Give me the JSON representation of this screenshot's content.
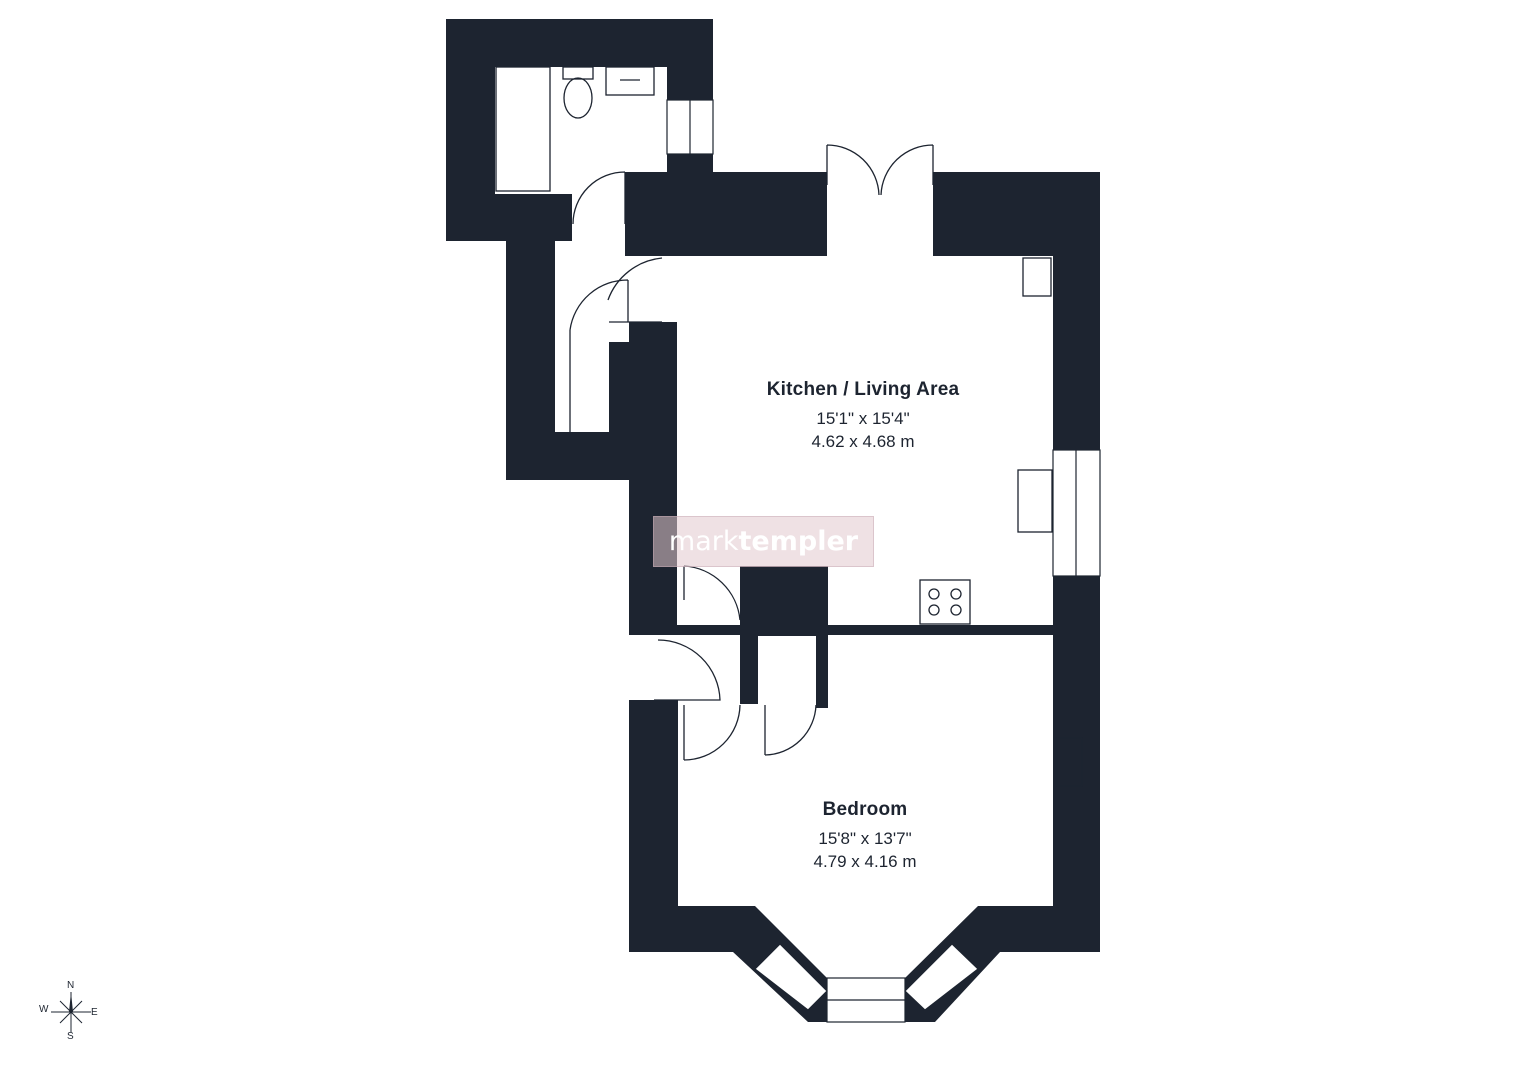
{
  "colors": {
    "wall": "#1d2430",
    "fixture_line": "#1d2430",
    "background": "#ffffff",
    "watermark": "#e2c8ce"
  },
  "rooms": [
    {
      "name": "Kitchen / Living Area",
      "dim_imperial": "15'1\" x 15'4\"",
      "dim_metric": "4.62 x 4.68 m"
    },
    {
      "name": "Bedroom",
      "dim_imperial": "15'8\" x 13'7\"",
      "dim_metric": "4.79 x 4.16 m"
    }
  ],
  "watermark": {
    "light": "mark",
    "bold": "templer"
  },
  "compass": {
    "n": "N",
    "s": "S",
    "e": "E",
    "w": "W"
  }
}
